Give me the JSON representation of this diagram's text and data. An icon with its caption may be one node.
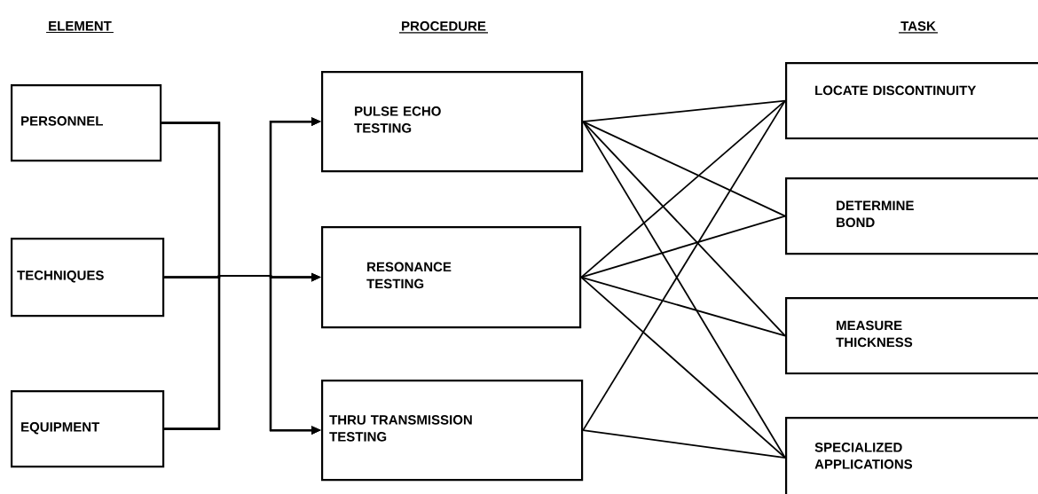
{
  "diagram": {
    "nodes": [
      {
        "text": [
          "PERSONNEL"
        ]
      },
      {
        "text": [
          "TECHNIQUES"
        ]
      },
      {
        "text": [
          "EQUIPMENT"
        ]
      },
      {
        "text": [
          "PULSE ECHO TESTING"
        ]
      },
      {
        "text": [
          "RESONANCE TESTING"
        ]
      },
      {
        "text": [
          "THRU TRANSMISSION TESTING"
        ]
      },
      {
        "text": [
          "LOCATE DISCONTINUITY"
        ]
      },
      {
        "text": [
          "DETERMINE BOND"
        ]
      },
      {
        "text": [
          "MEASURE THICKNESS"
        ]
      },
      {
        "text": [
          "SPECIALIZED APPLICATIONS"
        ]
      }
    ],
    "edges": [
      {
        "from": 0,
        "to": 3,
        "arrow": "to"
      },
      {
        "from": 0,
        "to": 4,
        "arrow": "to"
      },
      {
        "from": 0,
        "to": 5,
        "arrow": "to"
      },
      {
        "from": 1,
        "to": 3,
        "arrow": "to"
      },
      {
        "from": 1,
        "to": 4,
        "arrow": "to"
      },
      {
        "from": 1,
        "to": 5,
        "arrow": "to"
      },
      {
        "from": 2,
        "to": 3,
        "arrow": "to"
      },
      {
        "from": 2,
        "to": 4,
        "arrow": "to"
      },
      {
        "from": 2,
        "to": 5,
        "arrow": "to"
      },
      {
        "from": 3,
        "to": 6,
        "arrow": "none"
      },
      {
        "from": 3,
        "to": 7,
        "arrow": "none"
      },
      {
        "from": 3,
        "to": 8,
        "arrow": "none"
      },
      {
        "from": 3,
        "to": 9,
        "arrow": "none"
      },
      {
        "from": 4,
        "to": 6,
        "arrow": "none"
      },
      {
        "from": 4,
        "to": 7,
        "arrow": "none"
      },
      {
        "from": 4,
        "to": 8,
        "arrow": "none"
      },
      {
        "from": 4,
        "to": 9,
        "arrow": "none"
      },
      {
        "from": 5,
        "to": 6,
        "arrow": "none"
      },
      {
        "from": 5,
        "to": 9,
        "arrow": "none"
      }
    ],
    "labels": [
      "ELEMENT",
      "PROCEDURE",
      "TASK"
    ]
  }
}
